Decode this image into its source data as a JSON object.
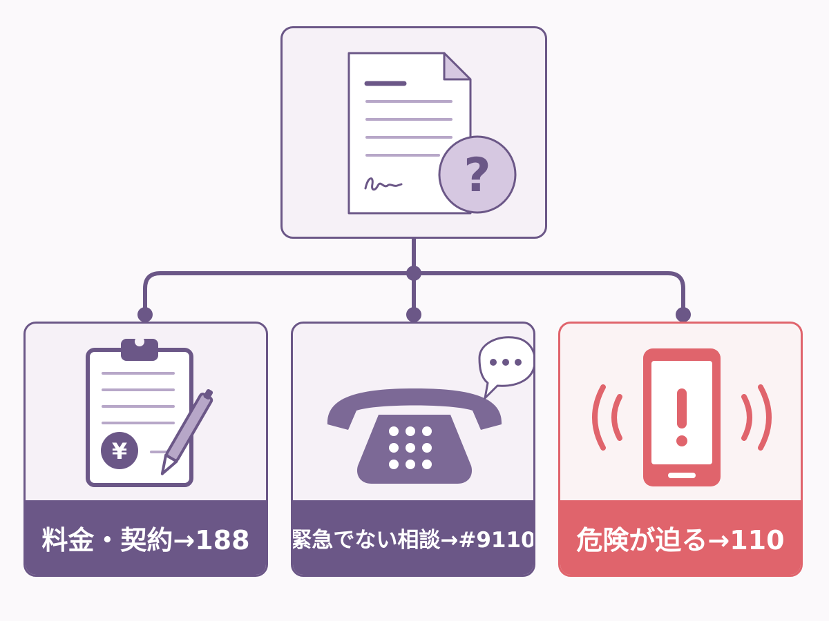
{
  "root": {
    "icon": "document-question-icon"
  },
  "branches": [
    {
      "label": "料金・契約→188",
      "icon": "clipboard-yen-pen-icon",
      "accent": "#6b5787"
    },
    {
      "label": "緊急でない相談→#9110",
      "icon": "telephone-speech-bubble-icon",
      "accent": "#6b5787"
    },
    {
      "label": "危険が迫る→110",
      "icon": "smartphone-alert-icon",
      "accent": "#e0646c"
    }
  ],
  "colors": {
    "primary": "#6b5787",
    "danger": "#e0646c",
    "card_fill": "#f6f1f7",
    "icon_fill": "#d6c8e1",
    "background": "#fbf9fb"
  }
}
